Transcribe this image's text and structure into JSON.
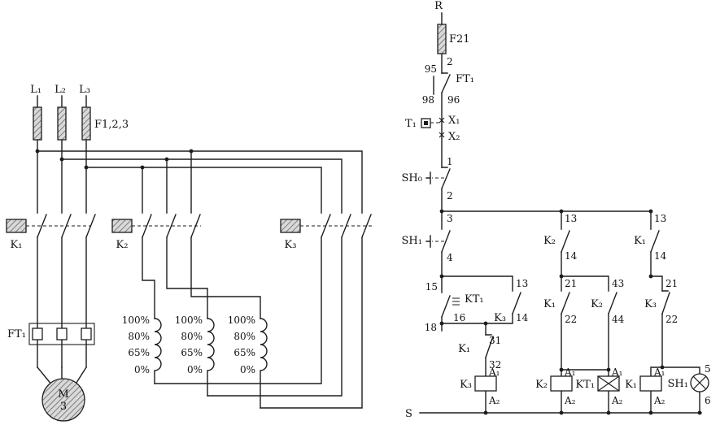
{
  "power": {
    "phase_labels": [
      "L₁",
      "L₂",
      "L₃"
    ],
    "fuse_label": "F1,2,3",
    "contactor_labels": {
      "k1": "K₁",
      "k2": "K₂",
      "k3": "K₃"
    },
    "overload_label": "FT₁",
    "motor_label": "M",
    "motor_sub": "3",
    "tap_labels": [
      "100%",
      "80%",
      "65%",
      "0%"
    ]
  },
  "control": {
    "line_top": "R",
    "line_bottom": "S",
    "fuse_label": "F21",
    "overload_label": "FT₁",
    "transformer_label": "T₁",
    "terminal_x1": "X₁",
    "terminal_x2": "X₂",
    "stop_button": "SH₀",
    "start_button": "SH₁",
    "lamp_label": "SH₁",
    "timer_label": "KT₁",
    "timer_coil_label": "KT₁",
    "contact_k1": "K₁",
    "contact_k2": "K₂",
    "contact_k3": "K₃",
    "coil_k1": "K₁",
    "coil_k2": "K₂",
    "coil_k3": "K₃",
    "terminals": {
      "t1": "1",
      "t2": "2",
      "t3": "3",
      "t4": "4",
      "t5": "5",
      "t6": "6",
      "t13": "13",
      "t14": "14",
      "t15": "15",
      "t16": "16",
      "t18": "18",
      "t21": "21",
      "t22": "22",
      "t31": "31",
      "t32": "32",
      "t43": "43",
      "t44": "44",
      "t95": "95",
      "t96": "96",
      "t98": "98",
      "a1": "A₁",
      "a2": "A₂"
    }
  }
}
